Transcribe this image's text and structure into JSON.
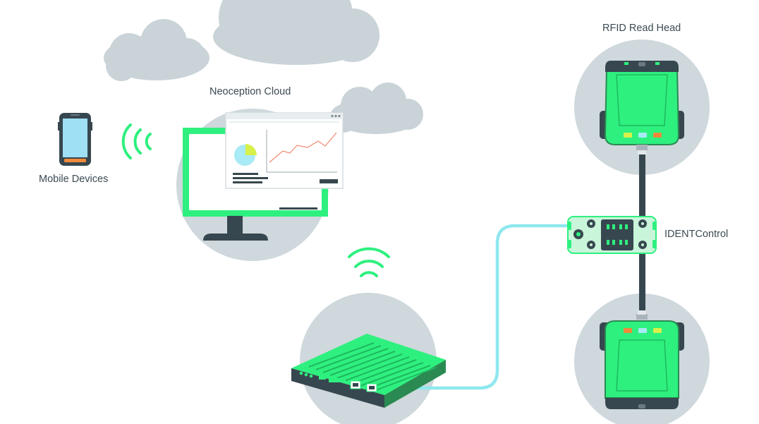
{
  "labels": {
    "mobile_devices": "Mobile Devices",
    "cloud": "Neoception Cloud",
    "rfid_read_head": "RFID Read Head",
    "ident_control": "IDENTControl"
  },
  "colors": {
    "green": "#2ef07f",
    "dark": "#37474f",
    "cloud_grey": "#c9d3d8",
    "circle_grey": "#cfd8dc",
    "cable_cyan": "#8ee8ee",
    "ident_green": "#c9f5da",
    "chart_line": "#f08a70",
    "pie_teal": "#a8eaf5",
    "pie_yellow": "#d8f04a"
  },
  "icons": [
    "cloud-icon",
    "wifi-signal-icon",
    "smartphone-icon",
    "monitor-icon",
    "gateway-device-icon",
    "rfid-read-head-icon",
    "ident-control-icon"
  ]
}
